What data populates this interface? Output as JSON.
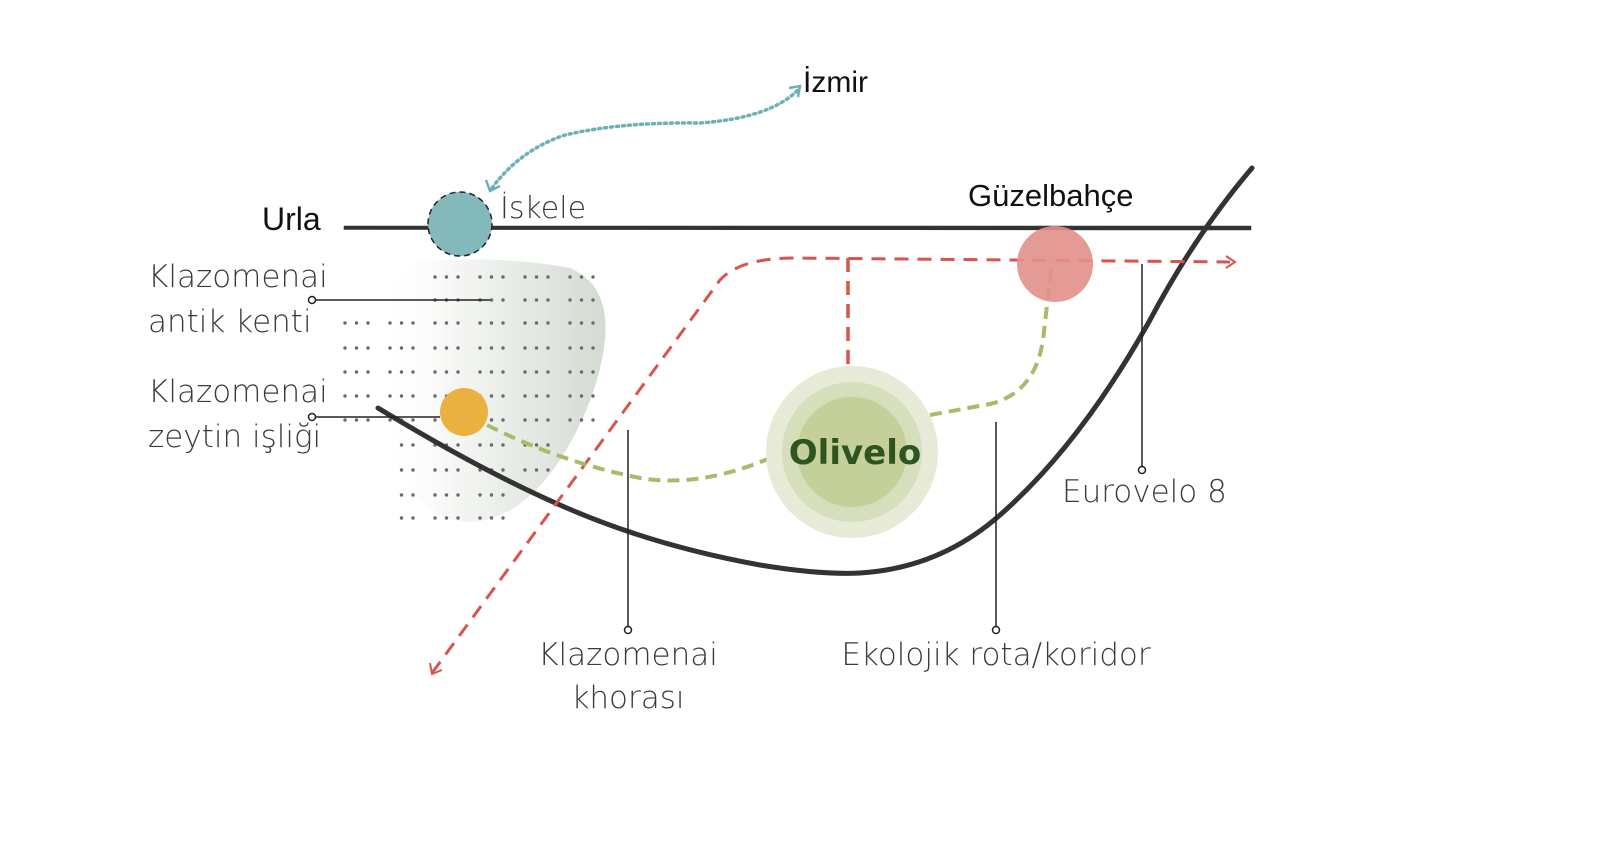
{
  "places": {
    "izmir": "İzmir",
    "urla": "Urla",
    "iskele": "İskele",
    "guzelbahce": "Güzelbahçe"
  },
  "labels": {
    "antik_kent_line1": "Klazomenai",
    "antik_kent_line2": "antik kenti",
    "zeytin_line1": "Klazomenai",
    "zeytin_line2": "zeytin işliği",
    "khora_line1": "Klazomenai",
    "khora_line2": "khorası",
    "ekolojik": "Ekolojik rota/koridor",
    "eurovelo": "Eurovelo 8"
  },
  "center": {
    "title": "Olivelo"
  },
  "colors": {
    "teal": "#84b9bb",
    "orange": "#eab040",
    "pink": "#e2908a",
    "red_route": "#d9534f",
    "green_route": "#a9bb6a",
    "olive_text": "#2e5420"
  }
}
